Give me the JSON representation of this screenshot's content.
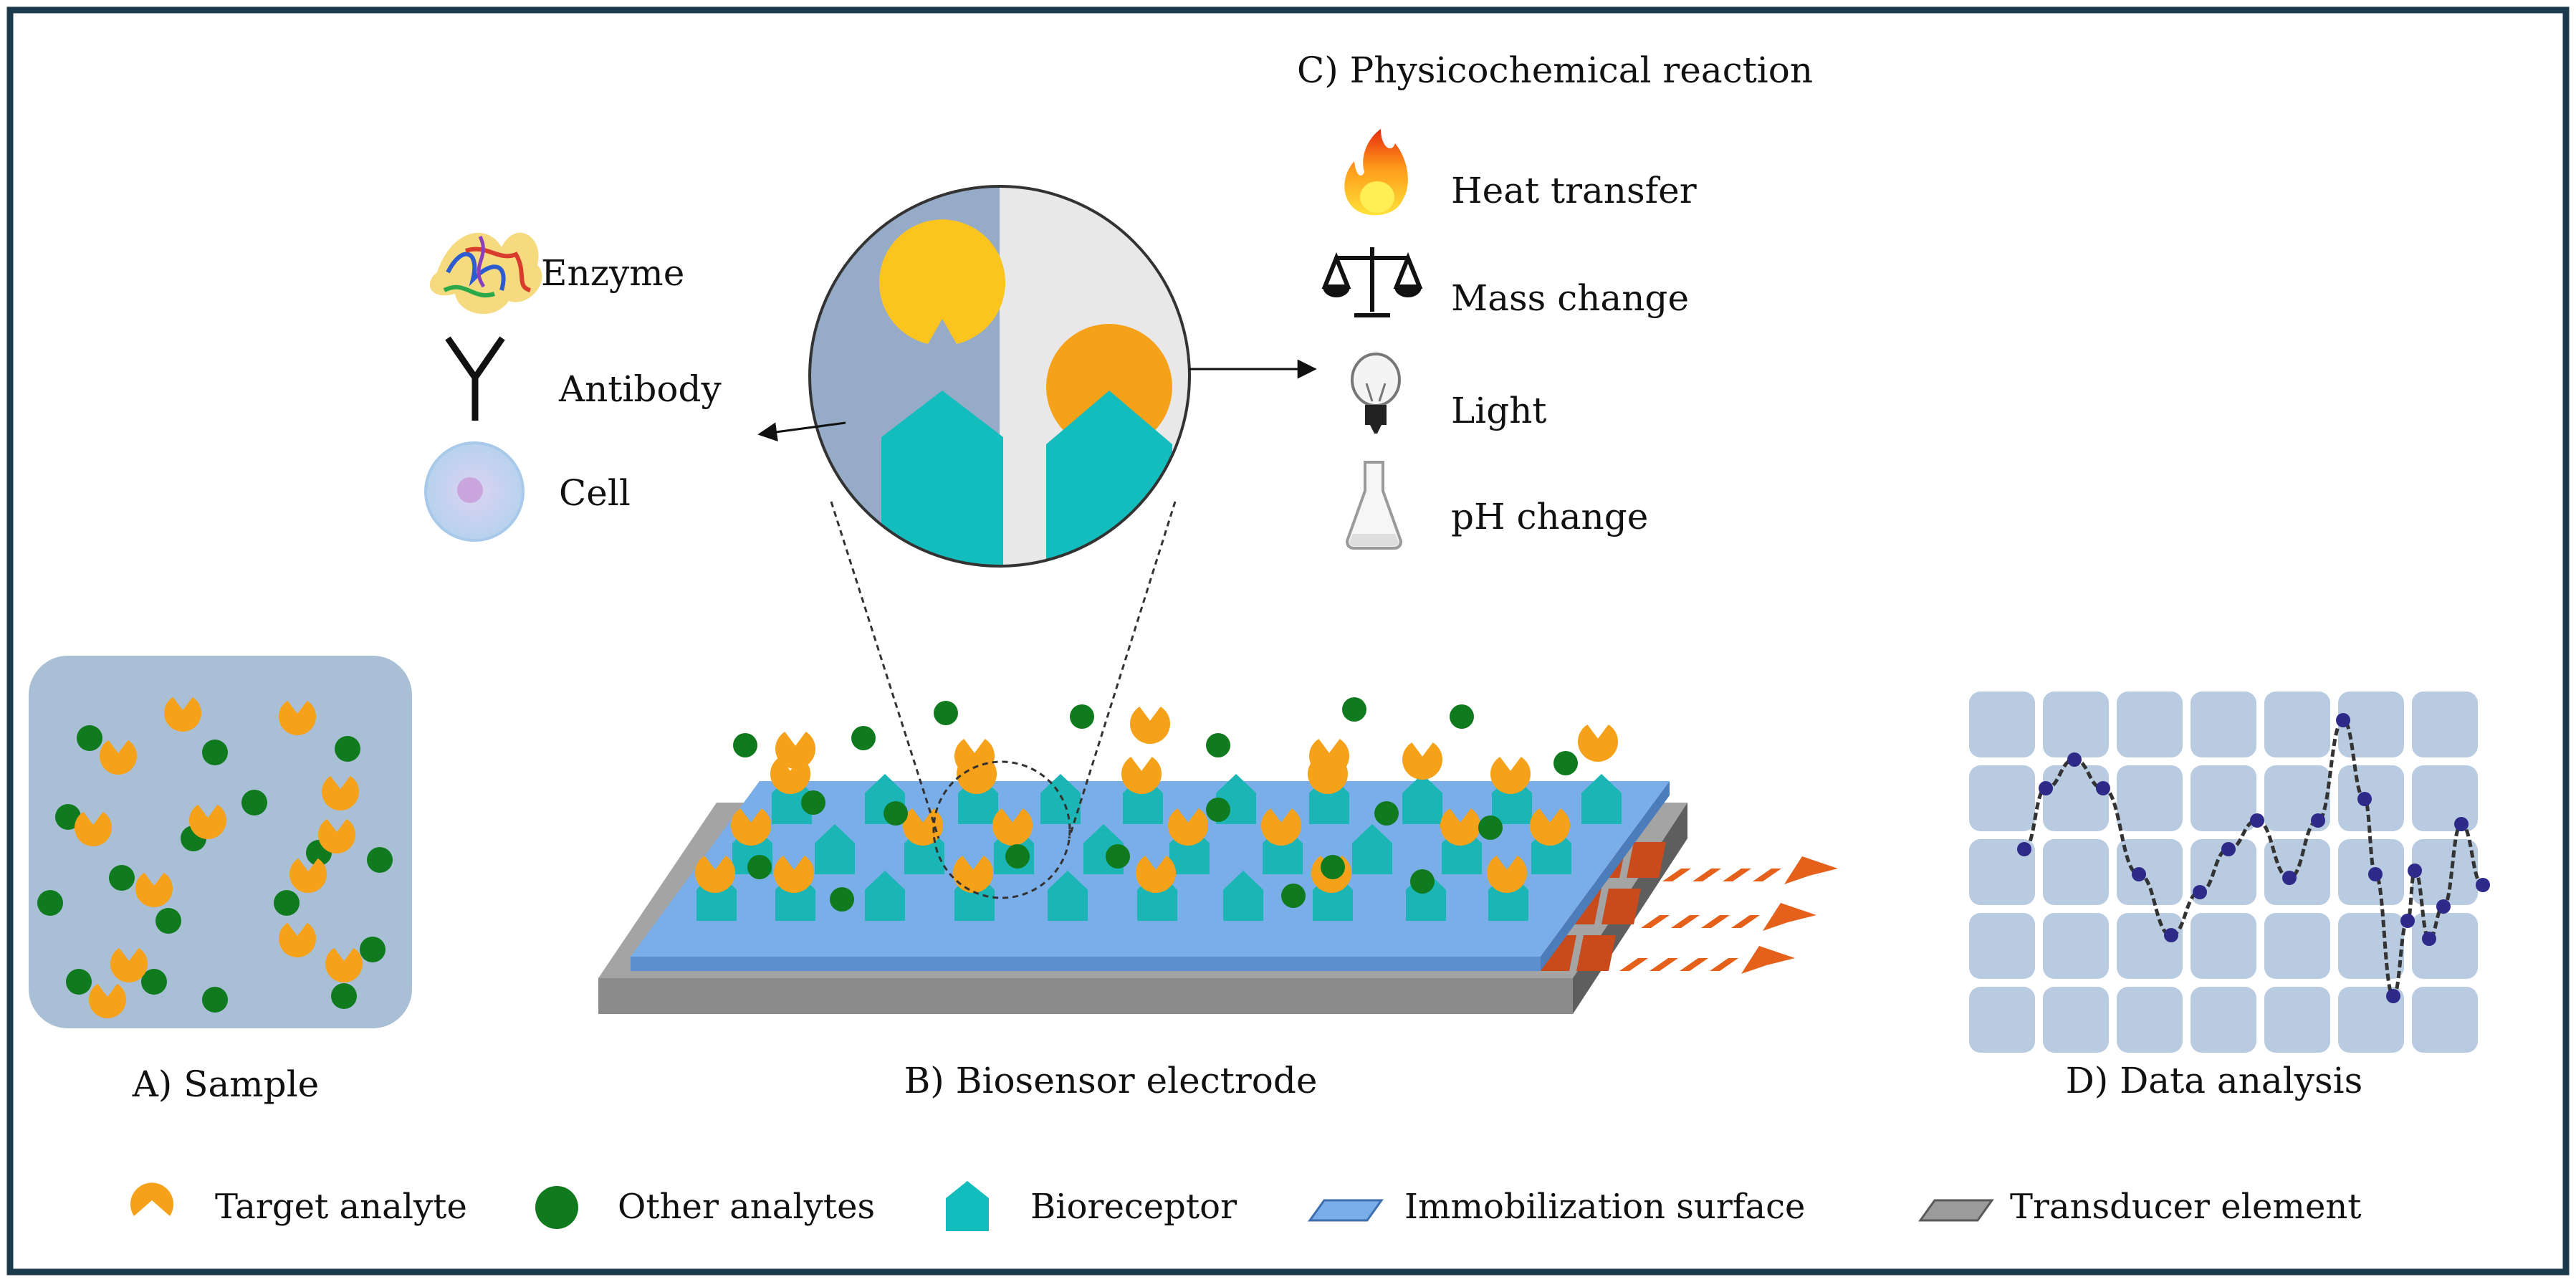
{
  "sections": {
    "sample": "A) Sample",
    "electrode": "B) Biosensor electrode",
    "reaction": "C) Physicochemical reaction",
    "analysis": "D) Data analysis"
  },
  "bioreceptor_types": [
    {
      "label": "Enzyme",
      "icon": "enzyme-icon"
    },
    {
      "label": "Antibody",
      "icon": "antibody-icon"
    },
    {
      "label": "Cell",
      "icon": "cell-icon"
    }
  ],
  "reactions": [
    {
      "label": "Heat transfer",
      "icon": "flame-icon"
    },
    {
      "label": "Mass change",
      "icon": "balance-scale-icon"
    },
    {
      "label": "Light",
      "icon": "light-bulb-icon"
    },
    {
      "label": "pH change",
      "icon": "flask-icon"
    }
  ],
  "legend": [
    {
      "label": "Target analyte",
      "icon": "target-analyte-icon"
    },
    {
      "label": "Other analytes",
      "icon": "other-analyte-icon"
    },
    {
      "label": "Bioreceptor",
      "icon": "bioreceptor-icon"
    },
    {
      "label": "Immobilization surface",
      "icon": "immobilization-surface-icon"
    },
    {
      "label": "Transducer element",
      "icon": "transducer-element-icon"
    }
  ],
  "colors": {
    "frame": "#1b3a4b",
    "target": "#f6a11a",
    "target_light": "#fcc24a",
    "other": "#0f7a1e",
    "bioreceptor": "#1bb5b5",
    "surface": "#7aaee8",
    "transducer": "#8e8e8e",
    "sample_box": "#a9bfd6",
    "grid_cell": "#b9cbe0",
    "signal_arrow": "#e5601a"
  }
}
